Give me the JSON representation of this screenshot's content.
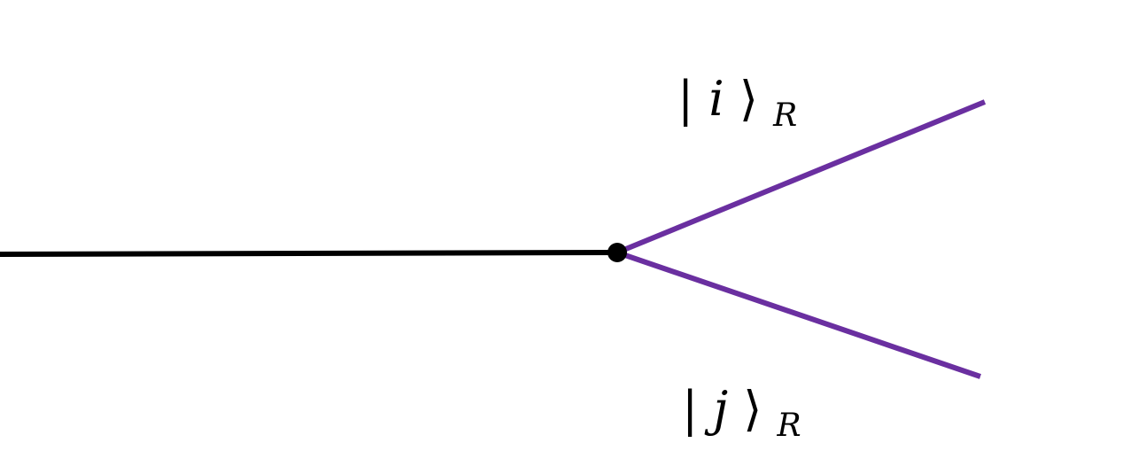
{
  "diagram": {
    "labels": {
      "upper": {
        "bar": "|",
        "variable": "i",
        "bracket": "⟩",
        "subscript": "R"
      },
      "lower": {
        "bar": "|",
        "variable": "j",
        "bracket": "⟩",
        "subscript": "R"
      }
    },
    "colors": {
      "incoming_line": "#000000",
      "branch_lines": "#6a2fa0",
      "vertex": "#000000"
    }
  }
}
